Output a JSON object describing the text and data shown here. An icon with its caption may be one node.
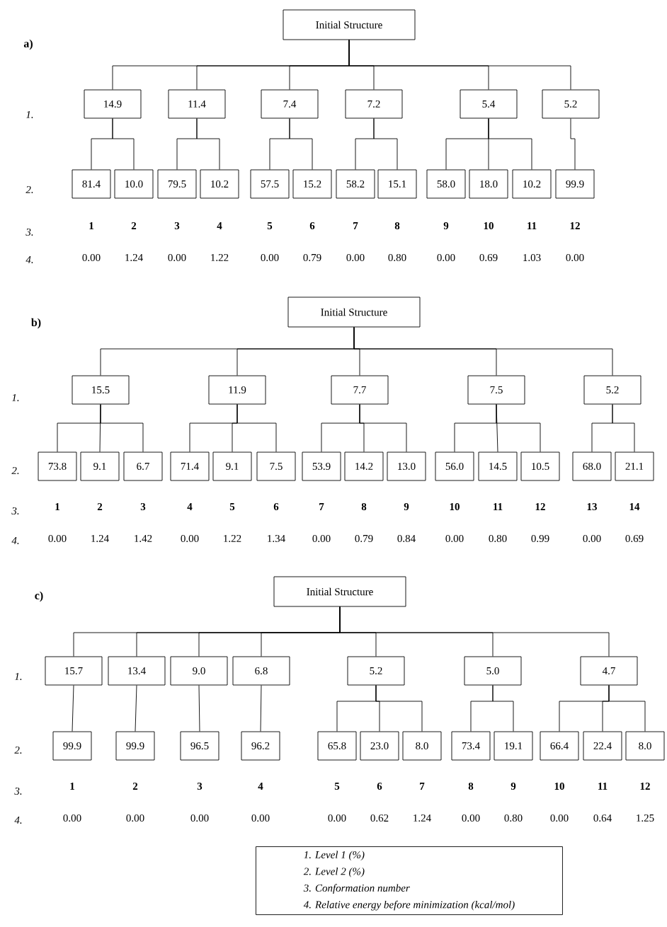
{
  "diagram": {
    "nodes": [
      {
        "text": [
          "Initial Structure"
        ]
      },
      {
        "text": [
          "14.9"
        ]
      },
      {
        "text": [
          "11.4"
        ]
      },
      {
        "text": [
          "7.4"
        ]
      },
      {
        "text": [
          "7.2"
        ]
      },
      {
        "text": [
          "5.4"
        ]
      },
      {
        "text": [
          "5.2"
        ]
      },
      {
        "text": [
          "81.4"
        ],
        "beside": [
          "1",
          "0.00"
        ]
      },
      {
        "text": [
          "10.0"
        ],
        "beside": [
          "2",
          "1.24"
        ]
      },
      {
        "text": [
          "79.5"
        ],
        "beside": [
          "3",
          "0.00"
        ]
      },
      {
        "text": [
          "10.2"
        ],
        "beside": [
          "4",
          "1.22"
        ]
      },
      {
        "text": [
          "57.5"
        ],
        "beside": [
          "5",
          "0.00"
        ]
      },
      {
        "text": [
          "15.2"
        ],
        "beside": [
          "6",
          "0.79"
        ]
      },
      {
        "text": [
          "58.2"
        ],
        "beside": [
          "7",
          "0.00"
        ]
      },
      {
        "text": [
          "15.1"
        ],
        "beside": [
          "8",
          "0.80"
        ]
      },
      {
        "text": [
          "58.0"
        ],
        "beside": [
          "9",
          "0.00"
        ]
      },
      {
        "text": [
          "18.0"
        ],
        "beside": [
          "10",
          "0.69"
        ]
      },
      {
        "text": [
          "10.2"
        ],
        "beside": [
          "11",
          "1.03"
        ]
      },
      {
        "text": [
          "99.9"
        ],
        "beside": [
          "12",
          "0.00"
        ]
      },
      {
        "text": [
          "Initial Structure"
        ]
      },
      {
        "text": [
          "15.5"
        ]
      },
      {
        "text": [
          "11.9"
        ]
      },
      {
        "text": [
          "7.7"
        ]
      },
      {
        "text": [
          "7.5"
        ]
      },
      {
        "text": [
          "5.2"
        ]
      },
      {
        "text": [
          "73.8"
        ],
        "beside": [
          "1",
          "0.00"
        ]
      },
      {
        "text": [
          "9.1"
        ],
        "beside": [
          "2",
          "1.24"
        ]
      },
      {
        "text": [
          "6.7"
        ],
        "beside": [
          "3",
          "1.42"
        ]
      },
      {
        "text": [
          "71.4"
        ],
        "beside": [
          "4",
          "0.00"
        ]
      },
      {
        "text": [
          "9.1"
        ],
        "beside": [
          "5",
          "1.22"
        ]
      },
      {
        "text": [
          "7.5"
        ],
        "beside": [
          "6",
          "1.34"
        ]
      },
      {
        "text": [
          "53.9"
        ],
        "beside": [
          "7",
          "0.00"
        ]
      },
      {
        "text": [
          "14.2"
        ],
        "beside": [
          "8",
          "0.79"
        ]
      },
      {
        "text": [
          "13.0"
        ],
        "beside": [
          "9",
          "0.84"
        ]
      },
      {
        "text": [
          "56.0"
        ],
        "beside": [
          "10",
          "0.00"
        ]
      },
      {
        "text": [
          "14.5"
        ],
        "beside": [
          "11",
          "0.80"
        ]
      },
      {
        "text": [
          "10.5"
        ],
        "beside": [
          "12",
          "0.99"
        ]
      },
      {
        "text": [
          "68.0"
        ],
        "beside": [
          "13",
          "0.00"
        ]
      },
      {
        "text": [
          "21.1"
        ],
        "beside": [
          "14",
          "0.69"
        ]
      },
      {
        "text": [
          "Initial Structure"
        ]
      },
      {
        "text": [
          "15.7"
        ]
      },
      {
        "text": [
          "13.4"
        ]
      },
      {
        "text": [
          "9.0"
        ]
      },
      {
        "text": [
          "6.8"
        ]
      },
      {
        "text": [
          "5.2"
        ]
      },
      {
        "text": [
          "5.0"
        ]
      },
      {
        "text": [
          "4.7"
        ]
      },
      {
        "text": [
          "99.9"
        ],
        "beside": [
          "1",
          "0.00"
        ]
      },
      {
        "text": [
          "99.9"
        ],
        "beside": [
          "2",
          "0.00"
        ]
      },
      {
        "text": [
          "96.5"
        ],
        "beside": [
          "3",
          "0.00"
        ]
      },
      {
        "text": [
          "96.2"
        ],
        "beside": [
          "4",
          "0.00"
        ]
      },
      {
        "text": [
          "65.8"
        ],
        "beside": [
          "5",
          "0.00"
        ]
      },
      {
        "text": [
          "23.0"
        ],
        "beside": [
          "6",
          "0.62"
        ]
      },
      {
        "text": [
          "8.0"
        ],
        "beside": [
          "7",
          "1.24"
        ]
      },
      {
        "text": [
          "73.4"
        ],
        "beside": [
          "8",
          "0.00"
        ]
      },
      {
        "text": [
          "19.1"
        ],
        "beside": [
          "9",
          "0.80"
        ]
      },
      {
        "text": [
          "66.4"
        ],
        "beside": [
          "10",
          "0.00"
        ]
      },
      {
        "text": [
          "22.4"
        ],
        "beside": [
          "11",
          "0.64"
        ]
      },
      {
        "text": [
          "8.0"
        ],
        "beside": [
          "12",
          "1.25"
        ]
      },
      {
        "text": [
          "1. Level 1 (%)",
          "2. Level 2 (%)",
          "3. Conformation number",
          "4. Relative energy before minimization (kcal/mol)"
        ]
      }
    ],
    "edges": [
      {
        "from": 0,
        "to": 1,
        "arrow": "none"
      },
      {
        "from": 0,
        "to": 2,
        "arrow": "none"
      },
      {
        "from": 0,
        "to": 3,
        "arrow": "none"
      },
      {
        "from": 0,
        "to": 4,
        "arrow": "none"
      },
      {
        "from": 0,
        "to": 5,
        "arrow": "none"
      },
      {
        "from": 0,
        "to": 6,
        "arrow": "none"
      },
      {
        "from": 1,
        "to": 7,
        "arrow": "none"
      },
      {
        "from": 1,
        "to": 8,
        "arrow": "none"
      },
      {
        "from": 2,
        "to": 9,
        "arrow": "none"
      },
      {
        "from": 2,
        "to": 10,
        "arrow": "none"
      },
      {
        "from": 3,
        "to": 11,
        "arrow": "none"
      },
      {
        "from": 3,
        "to": 12,
        "arrow": "none"
      },
      {
        "from": 4,
        "to": 13,
        "arrow": "none"
      },
      {
        "from": 4,
        "to": 14,
        "arrow": "none"
      },
      {
        "from": 5,
        "to": 15,
        "arrow": "none"
      },
      {
        "from": 5,
        "to": 16,
        "arrow": "none"
      },
      {
        "from": 5,
        "to": 17,
        "arrow": "none"
      },
      {
        "from": 6,
        "to": 18,
        "arrow": "none"
      },
      {
        "from": 19,
        "to": 20,
        "arrow": "none"
      },
      {
        "from": 19,
        "to": 21,
        "arrow": "none"
      },
      {
        "from": 19,
        "to": 22,
        "arrow": "none"
      },
      {
        "from": 19,
        "to": 23,
        "arrow": "none"
      },
      {
        "from": 19,
        "to": 24,
        "arrow": "none"
      },
      {
        "from": 20,
        "to": 25,
        "arrow": "none"
      },
      {
        "from": 20,
        "to": 26,
        "arrow": "none"
      },
      {
        "from": 20,
        "to": 27,
        "arrow": "none"
      },
      {
        "from": 21,
        "to": 28,
        "arrow": "none"
      },
      {
        "from": 21,
        "to": 29,
        "arrow": "none"
      },
      {
        "from": 21,
        "to": 30,
        "arrow": "none"
      },
      {
        "from": 22,
        "to": 31,
        "arrow": "none"
      },
      {
        "from": 22,
        "to": 32,
        "arrow": "none"
      },
      {
        "from": 22,
        "to": 33,
        "arrow": "none"
      },
      {
        "from": 23,
        "to": 34,
        "arrow": "none"
      },
      {
        "from": 23,
        "to": 35,
        "arrow": "none"
      },
      {
        "from": 23,
        "to": 36,
        "arrow": "none"
      },
      {
        "from": 24,
        "to": 37,
        "arrow": "none"
      },
      {
        "from": 24,
        "to": 38,
        "arrow": "none"
      },
      {
        "from": 39,
        "to": 40,
        "arrow": "none"
      },
      {
        "from": 39,
        "to": 41,
        "arrow": "none"
      },
      {
        "from": 39,
        "to": 42,
        "arrow": "none"
      },
      {
        "from": 39,
        "to": 43,
        "arrow": "none"
      },
      {
        "from": 39,
        "to": 44,
        "arrow": "none"
      },
      {
        "from": 39,
        "to": 45,
        "arrow": "none"
      },
      {
        "from": 39,
        "to": 46,
        "arrow": "none"
      },
      {
        "from": 40,
        "to": 47,
        "arrow": "none"
      },
      {
        "from": 41,
        "to": 48,
        "arrow": "none"
      },
      {
        "from": 42,
        "to": 49,
        "arrow": "none"
      },
      {
        "from": 43,
        "to": 50,
        "arrow": "none"
      },
      {
        "from": 44,
        "to": 51,
        "arrow": "none"
      },
      {
        "from": 44,
        "to": 52,
        "arrow": "none"
      },
      {
        "from": 44,
        "to": 53,
        "arrow": "none"
      },
      {
        "from": 45,
        "to": 54,
        "arrow": "none"
      },
      {
        "from": 45,
        "to": 55,
        "arrow": "none"
      },
      {
        "from": 46,
        "to": 56,
        "arrow": "none"
      },
      {
        "from": 46,
        "to": 57,
        "arrow": "none"
      },
      {
        "from": 46,
        "to": 58,
        "arrow": "none"
      }
    ],
    "labels": [
      "a)",
      "1.",
      "2.",
      "3.",
      "4.",
      "b)",
      "1.",
      "2.",
      "3.",
      "4.",
      "c)",
      "1.",
      "2.",
      "3.",
      "4."
    ]
  }
}
